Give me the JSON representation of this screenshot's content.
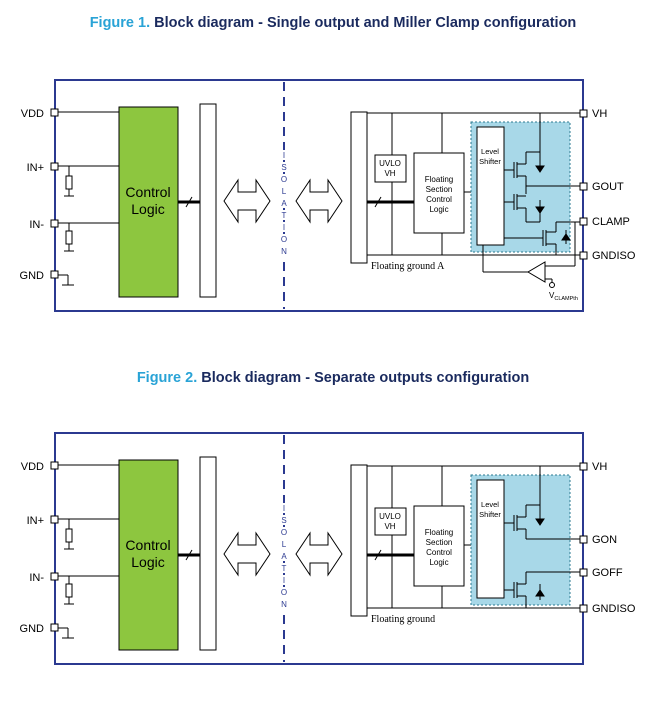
{
  "figure1": {
    "number": "Figure 1.",
    "title": "Block diagram - Single output and Miller Clamp configuration",
    "pins_left": {
      "vdd": "VDD",
      "in_plus": "IN+",
      "in_minus": "IN-",
      "gnd": "GND"
    },
    "control_logic": [
      "Control",
      "Logic"
    ],
    "isolation": [
      "I",
      "S",
      "O",
      "L",
      "A",
      "T",
      "I",
      "O",
      "N"
    ],
    "uvlo": [
      "UVLO",
      "VH"
    ],
    "floating_section": [
      "Floating",
      "Section",
      "Control",
      "Logic"
    ],
    "level_shifter": [
      "Level",
      "Shifter"
    ],
    "floating_ground": "Floating ground A",
    "vclamp_main": "V",
    "vclamp_sub": "CLAMPth",
    "pins_right": {
      "vh": "VH",
      "gout": "GOUT",
      "clamp": "CLAMP",
      "gndiso": "GNDISO"
    }
  },
  "figure2": {
    "number": "Figure 2.",
    "title": "Block diagram - Separate outputs configuration",
    "pins_left": {
      "vdd": "VDD",
      "in_plus": "IN+",
      "in_minus": "IN-",
      "gnd": "GND"
    },
    "control_logic": [
      "Control",
      "Logic"
    ],
    "isolation": [
      "I",
      "S",
      "O",
      "L",
      "A",
      "T",
      "I",
      "O",
      "N"
    ],
    "uvlo": [
      "UVLO",
      "VH"
    ],
    "floating_section": [
      "Floating",
      "Section",
      "Control",
      "Logic"
    ],
    "level_shifter": [
      "Level",
      "Shifter"
    ],
    "floating_ground": "Floating ground",
    "pins_right": {
      "vh": "VH",
      "gon": "GON",
      "goff": "GOFF",
      "gndiso": "GNDISO"
    }
  },
  "colors": {
    "frame": "#2b3990",
    "control_logic_fill": "#8dc63f",
    "output_stage_fill": "#a8d8e8",
    "title_number": "#29a3d6",
    "title_text": "#1a2a5e"
  }
}
